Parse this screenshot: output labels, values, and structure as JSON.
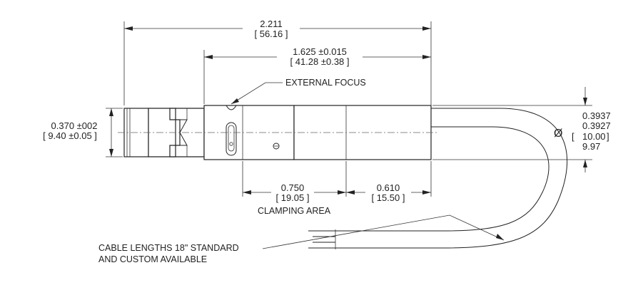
{
  "dimensions": {
    "overall_length": {
      "inch": "2.211",
      "mm": "[ 56.16 ]"
    },
    "focus_length": {
      "inch": "1.625 ±0.015",
      "mm": "[ 41.28 ±0.38 ]"
    },
    "front_diameter": {
      "inch": "0.370 ±002",
      "mm": "[ 9.40 ±0.05 ]"
    },
    "clamping_length": {
      "inch": "0.750",
      "mm": "[ 19.05 ]",
      "label": "CLAMPING AREA"
    },
    "rear_length": {
      "inch": "0.610",
      "mm": "[ 15.50 ]"
    },
    "body_diameter": {
      "symbol": "Ø",
      "inch_max": "0.3937",
      "inch_min": "0.3927",
      "mm_max": "10.00",
      "mm_min": "9.97"
    }
  },
  "notes": {
    "external_focus": "EXTERNAL FOCUS",
    "cable_line1": "CABLE LENGTHS 18\" STANDARD",
    "cable_line2": "AND CUSTOM AVAILABLE"
  }
}
